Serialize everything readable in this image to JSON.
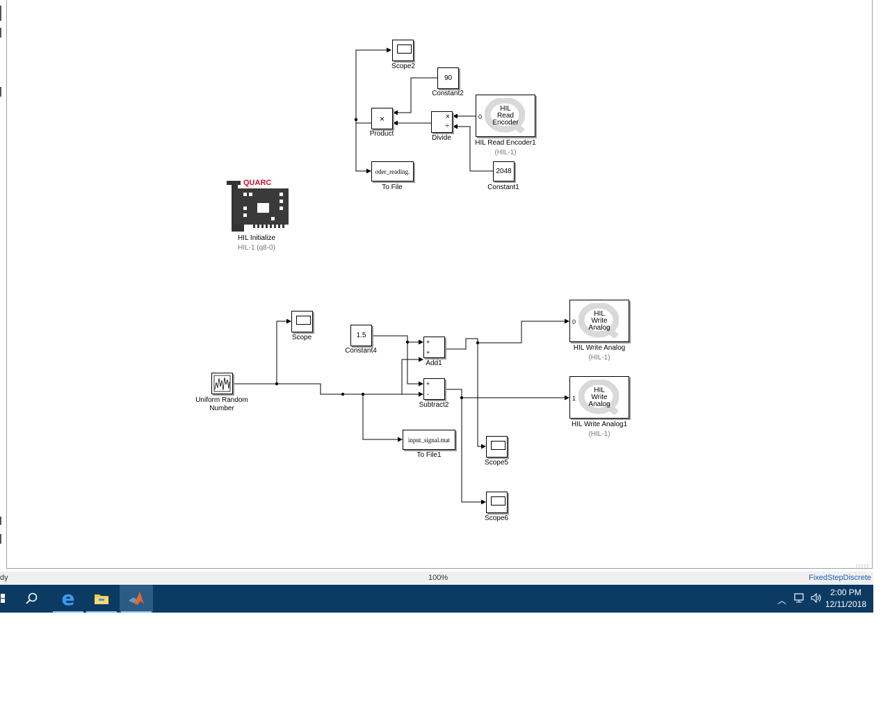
{
  "blocks": {
    "scope2": "Scope2",
    "constant2": {
      "value": "90",
      "label": "Constant2"
    },
    "product": {
      "symbol": "×",
      "label": "Product"
    },
    "divide": {
      "label": "Divide"
    },
    "hil_read": {
      "text_lines": [
        "HIL",
        "Read",
        "Encoder"
      ],
      "port": "0",
      "label": "HIL Read Encoder1",
      "sub": "(HIL-1)"
    },
    "to_file": {
      "text": "oder_reading.",
      "label": "To File"
    },
    "constant1": {
      "value": "2048",
      "label": "Constant1"
    },
    "hil_init": {
      "brand": "QUARC",
      "label": "HIL Initialize",
      "sub": "HIL-1 (q8-0)"
    },
    "scope": "Scope",
    "constant4": {
      "value": "1.5",
      "label": "Constant4"
    },
    "add1": {
      "label": "Add1",
      "signs": [
        "+",
        "+"
      ]
    },
    "subtract2": {
      "label": "Subtract2",
      "signs": [
        "+",
        "-"
      ]
    },
    "hil_write0": {
      "text_lines": [
        "HIL",
        "Write",
        "Analog"
      ],
      "port": "0",
      "label": "HIL Write Analog",
      "sub": "(HIL-1)"
    },
    "hil_write1": {
      "text_lines": [
        "HIL",
        "Write",
        "Analog"
      ],
      "port": "1",
      "label": "HIL Write Analog1",
      "sub": "(HIL-1)"
    },
    "uniform": {
      "label_line1": "Uniform Random",
      "label_line2": "Number"
    },
    "to_file1": {
      "text": "input_signal.mat",
      "label": "To File1"
    },
    "scope5": "Scope5",
    "scope6": "Scope6"
  },
  "statusbar": {
    "left": "dy",
    "zoom": "100%",
    "solver": "FixedStepDiscrete"
  },
  "taskbar": {
    "apps": [
      "start-icon",
      "search-icon",
      "edge-icon",
      "file-explorer-icon",
      "matlab-icon"
    ],
    "time": "2:00 PM",
    "date": "12/11/2018"
  }
}
